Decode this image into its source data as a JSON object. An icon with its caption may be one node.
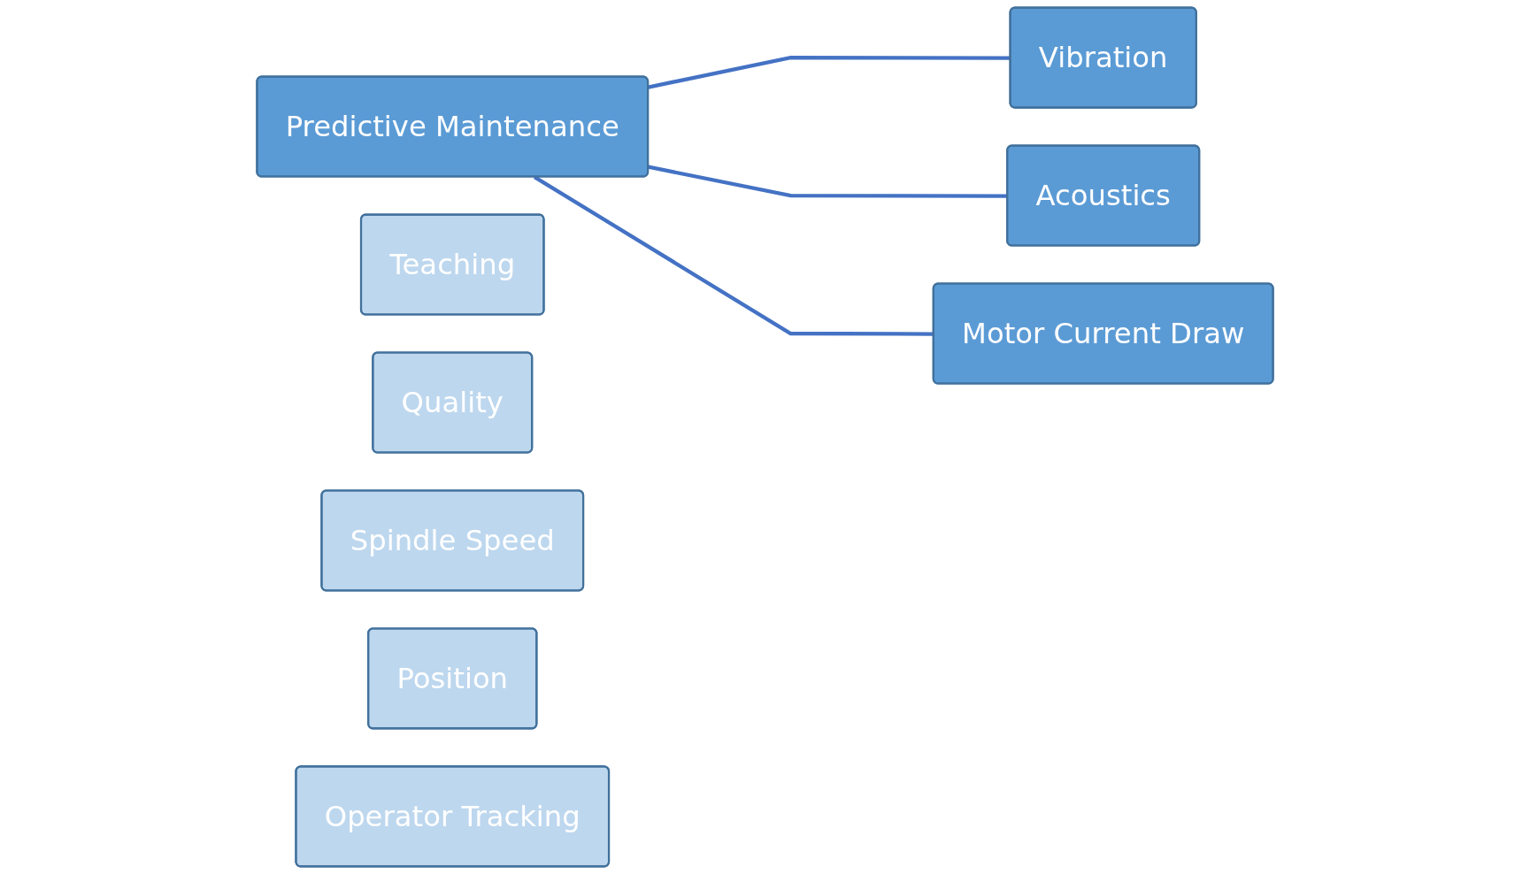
{
  "diagram": {
    "nodes": [
      {
        "text": [
          "Predictive Maintenance"
        ]
      },
      {
        "text": [
          "Teaching"
        ]
      },
      {
        "text": [
          "Quality"
        ]
      },
      {
        "text": [
          "Vibration"
        ]
      },
      {
        "text": [
          "Acoustics"
        ]
      },
      {
        "text": [
          "Spindle Speed"
        ]
      },
      {
        "text": [
          "Motor Current Draw"
        ]
      },
      {
        "text": [
          "Position"
        ]
      },
      {
        "text": [
          "Operator Tracking"
        ]
      }
    ],
    "edges": [
      {
        "from": 0,
        "to": 3,
        "arrow": "none"
      },
      {
        "from": 0,
        "to": 4,
        "arrow": "none"
      },
      {
        "from": 0,
        "to": 6,
        "arrow": "none"
      }
    ]
  }
}
